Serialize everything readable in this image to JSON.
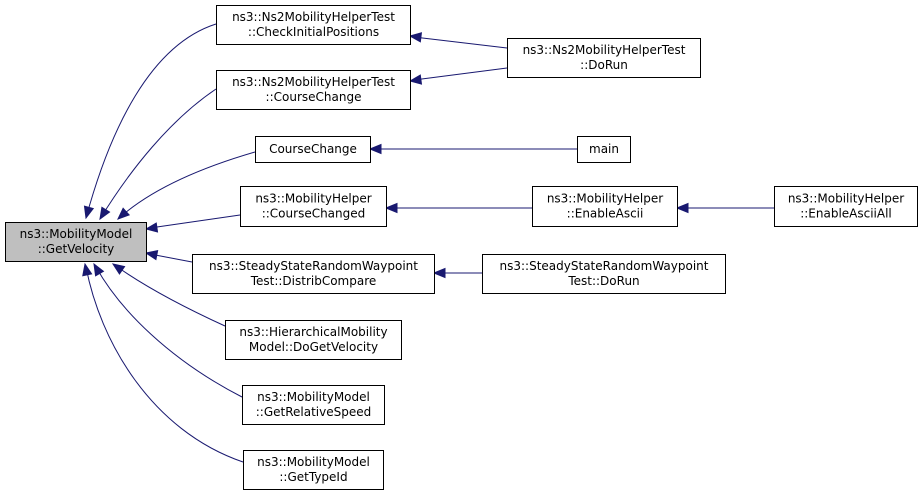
{
  "nodes": [
    {
      "id": "root",
      "lines": [
        "ns3::MobilityModel",
        "::GetVelocity"
      ]
    },
    {
      "id": "ns2-check-initial-positions",
      "lines": [
        "ns3::Ns2MobilityHelperTest",
        "::CheckInitialPositions"
      ]
    },
    {
      "id": "ns2-course-change",
      "lines": [
        "ns3::Ns2MobilityHelperTest",
        "::CourseChange"
      ]
    },
    {
      "id": "ns2-do-run",
      "lines": [
        "ns3::Ns2MobilityHelperTest",
        "::DoRun"
      ]
    },
    {
      "id": "course-change",
      "lines": [
        "CourseChange"
      ]
    },
    {
      "id": "main",
      "lines": [
        "main"
      ]
    },
    {
      "id": "mobility-helper-course-changed",
      "lines": [
        "ns3::MobilityHelper",
        "::CourseChanged"
      ]
    },
    {
      "id": "mobility-helper-enable-ascii",
      "lines": [
        "ns3::MobilityHelper",
        "::EnableAscii"
      ]
    },
    {
      "id": "mobility-helper-enable-ascii-all",
      "lines": [
        "ns3::MobilityHelper",
        "::EnableAsciiAll"
      ]
    },
    {
      "id": "ssrw-distrib-compare",
      "lines": [
        "ns3::SteadyStateRandomWaypoint",
        "Test::DistribCompare"
      ]
    },
    {
      "id": "ssrw-do-run",
      "lines": [
        "ns3::SteadyStateRandomWaypoint",
        "Test::DoRun"
      ]
    },
    {
      "id": "hierarchical-do-get-velocity",
      "lines": [
        "ns3::HierarchicalMobility",
        "Model::DoGetVelocity"
      ]
    },
    {
      "id": "get-relative-speed",
      "lines": [
        "ns3::MobilityModel",
        "::GetRelativeSpeed"
      ]
    },
    {
      "id": "get-type-id",
      "lines": [
        "ns3::MobilityModel",
        "::GetTypeId"
      ]
    }
  ],
  "edges": [
    {
      "from": "ns2-check-initial-positions",
      "to": "root"
    },
    {
      "from": "ns2-course-change",
      "to": "root"
    },
    {
      "from": "course-change",
      "to": "root"
    },
    {
      "from": "mobility-helper-course-changed",
      "to": "root"
    },
    {
      "from": "ssrw-distrib-compare",
      "to": "root"
    },
    {
      "from": "hierarchical-do-get-velocity",
      "to": "root"
    },
    {
      "from": "get-relative-speed",
      "to": "root"
    },
    {
      "from": "get-type-id",
      "to": "root"
    },
    {
      "from": "ns2-do-run",
      "to": "ns2-check-initial-positions"
    },
    {
      "from": "ns2-do-run",
      "to": "ns2-course-change"
    },
    {
      "from": "main",
      "to": "course-change"
    },
    {
      "from": "mobility-helper-enable-ascii",
      "to": "mobility-helper-course-changed"
    },
    {
      "from": "mobility-helper-enable-ascii-all",
      "to": "mobility-helper-enable-ascii"
    },
    {
      "from": "ssrw-do-run",
      "to": "ssrw-distrib-compare"
    }
  ],
  "colors": {
    "edge": "#191970",
    "root_fill": "#bfbfbf",
    "node_fill": "#ffffff",
    "node_border": "#000000"
  }
}
